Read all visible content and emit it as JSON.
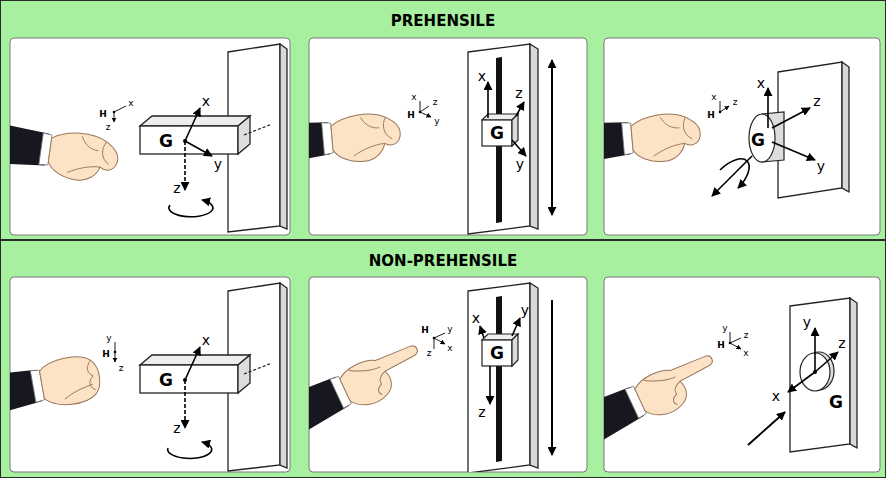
{
  "diagram": {
    "nodes": [
      {
        "text": [
          "PREHENSILE"
        ]
      },
      {
        "text": [
          "NON-PREHENSILE"
        ]
      }
    ],
    "labels": [
      "H",
      "x",
      "z",
      "x",
      "G",
      "y",
      "z",
      "x",
      "z",
      "H",
      "y",
      "x",
      "z",
      "G",
      "y",
      "x",
      "H",
      "z",
      "x",
      "z",
      "G",
      "y",
      "y",
      "H",
      "z",
      "x",
      "G",
      "z",
      "H",
      "y",
      "z",
      "x",
      "x",
      "y",
      "G",
      "z",
      "y",
      "H",
      "z",
      "x",
      "y",
      "z",
      "x",
      "G"
    ]
  }
}
